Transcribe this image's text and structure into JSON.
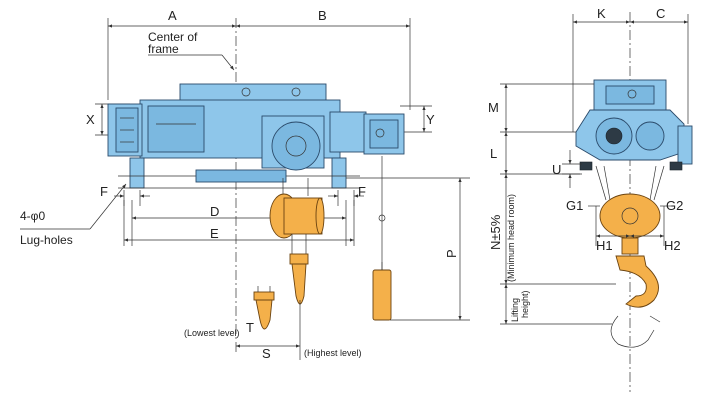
{
  "front_view": {
    "dim_A": "A",
    "dim_B": "B",
    "center_label_line1": "Center of",
    "center_label_line2": "frame",
    "dim_X": "X",
    "dim_Y": "Y",
    "dim_F_left": "F",
    "dim_F_right": "F",
    "dim_D": "D",
    "dim_E": "E",
    "dim_P": "P",
    "dim_T": "T",
    "dim_S": "S",
    "lug_label_line1": "4-φ0",
    "lug_label_line2": "Lug-holes",
    "lowest_level": "(Lowest level)",
    "highest_level": "(Highest level)"
  },
  "side_view": {
    "dim_K": "K",
    "dim_C": "C",
    "dim_M": "M",
    "dim_L": "L",
    "dim_U": "U",
    "dim_G1": "G1",
    "dim_G2": "G2",
    "dim_H1": "H1",
    "dim_H2": "H2",
    "dim_N": "N±5%",
    "min_headroom": "(Minimum head room)",
    "lifting_line1": "Lifting",
    "lifting_line2": "height)"
  },
  "colors": {
    "body_blue": "#8ec6ea",
    "hook_orange": "#f4b04a",
    "outline": "#2b4b6b"
  }
}
